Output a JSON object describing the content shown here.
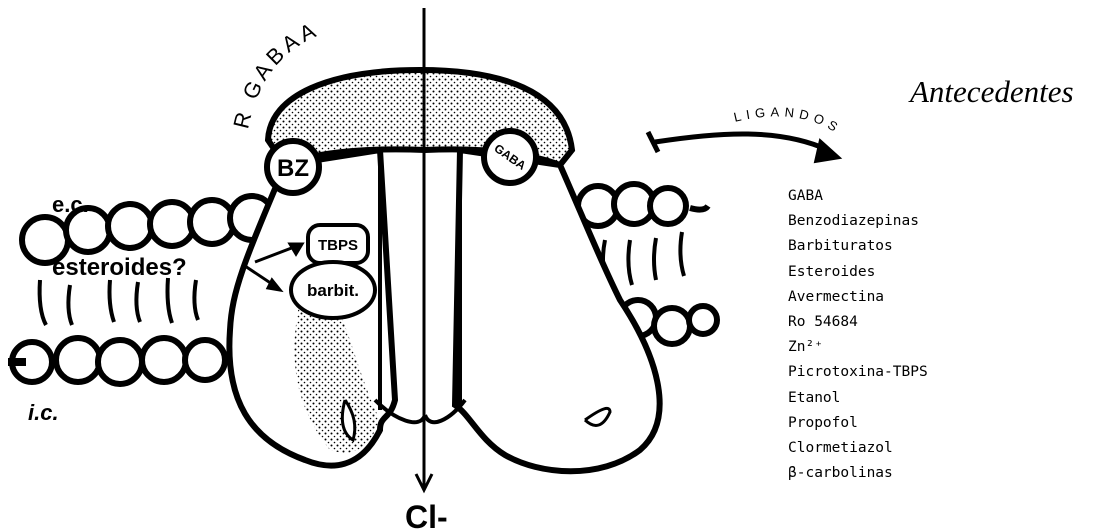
{
  "heading": "Antecedentes",
  "receptor_label": "R GABAA",
  "ligands_title": "LIGANDOS",
  "ligands": [
    "GABA",
    "Benzodiazepinas",
    "Barbituratos",
    "Esteroides",
    "Avermectina",
    "Ro 54684",
    "Zn²⁺",
    "Picrotoxina-TBPS",
    "Etanol",
    "Propofol",
    "Clormetiazol",
    "β-carbolinas"
  ],
  "site_labels": {
    "bz": "BZ",
    "gaba": "GABA",
    "tbps": "TBPS",
    "barbit": "barbit.",
    "esteroides": "esteroides?"
  },
  "membrane_labels": {
    "extracellular": "e.c.",
    "intracellular": "i.c."
  },
  "ion": "Cl-"
}
